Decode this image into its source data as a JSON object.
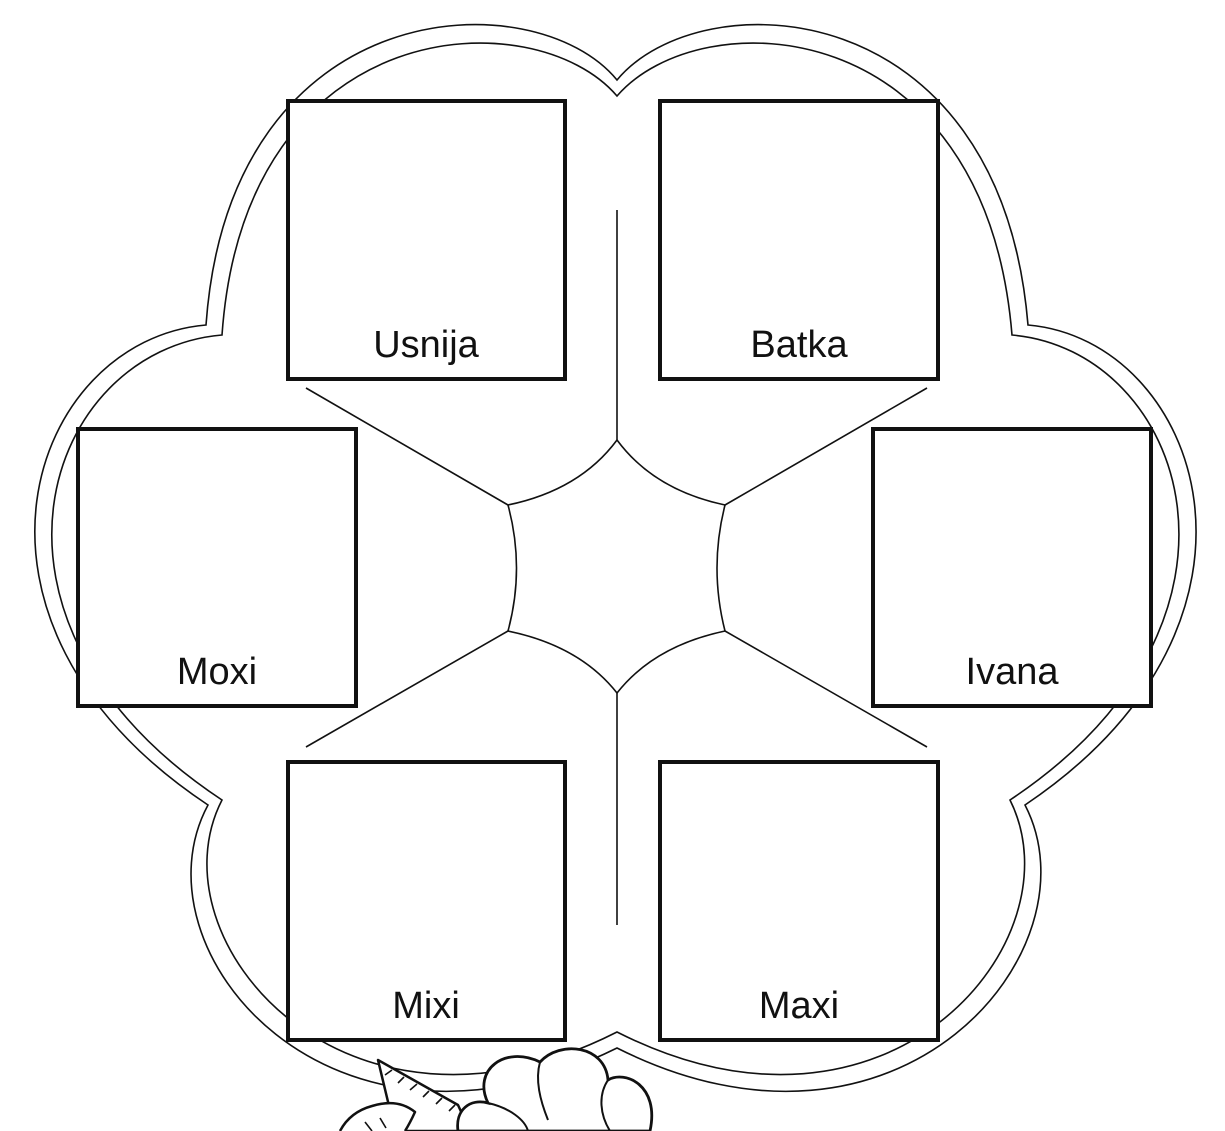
{
  "boxes": [
    {
      "id": "usnija",
      "label": "Usnija"
    },
    {
      "id": "batka",
      "label": "Batka"
    },
    {
      "id": "moxi",
      "label": "Moxi"
    },
    {
      "id": "ivana",
      "label": "Ivana"
    },
    {
      "id": "mixi",
      "label": "Mixi"
    },
    {
      "id": "maxi",
      "label": "Maxi"
    }
  ],
  "colors": {
    "stroke": "#111111",
    "background": "#ffffff"
  },
  "decoration": {
    "bottom_icons": [
      "carrot-icon",
      "cloud-icon"
    ]
  }
}
